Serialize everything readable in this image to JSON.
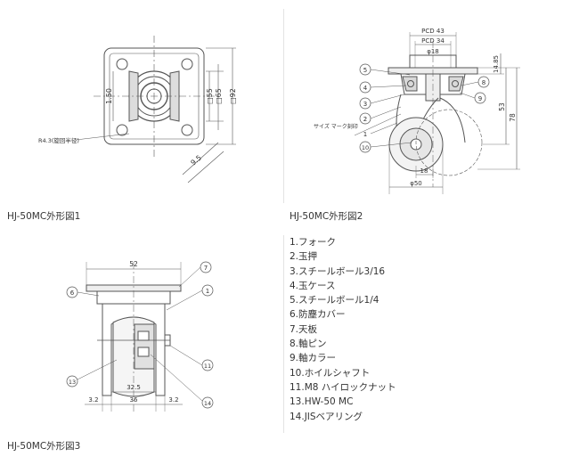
{
  "captions": {
    "fig1": "HJ-50MC外形図1",
    "fig2": "HJ-50MC外形図2",
    "fig3": "HJ-50MC外形図3"
  },
  "fig1": {
    "label_bolt": "R4.3(旋回半径)",
    "dim_plate": "□92",
    "dim_bolt": "□65",
    "dim_hole_pitch": "□55",
    "dim_vertical": "1.50",
    "dim_diag": "9.5"
  },
  "fig2": {
    "pcd43": "PCD 43",
    "pcd34": "PCD 34",
    "phi18": "φ18",
    "dim_1485": "14.85",
    "dim_53": "53",
    "dim_78": "78",
    "dim_18": "18",
    "dim_phi50": "φ50",
    "mark_label": "サイズ マーク刻印",
    "callouts": [
      "5",
      "4",
      "3",
      "2",
      "1",
      "10",
      "8",
      "9"
    ]
  },
  "fig3": {
    "dim_52": "52",
    "dim_325": "32.5",
    "dim_36": "36",
    "dim_32_left": "3.2",
    "dim_32_right": "3.2",
    "callouts": [
      "7",
      "6",
      "1",
      "11",
      "13",
      "14"
    ]
  },
  "parts": [
    "1.フォーク",
    "2.玉押",
    "3.スチールボール3/16",
    "4.玉ケース",
    "5.スチールボール1/4",
    "6.防塵カバー",
    "7.天板",
    "8.軸ピン",
    "9.軸カラー",
    "10.ホイルシャフト",
    "11.M8 ハイロックナット",
    "13.HW-50 MC",
    "14.JISベアリング"
  ]
}
